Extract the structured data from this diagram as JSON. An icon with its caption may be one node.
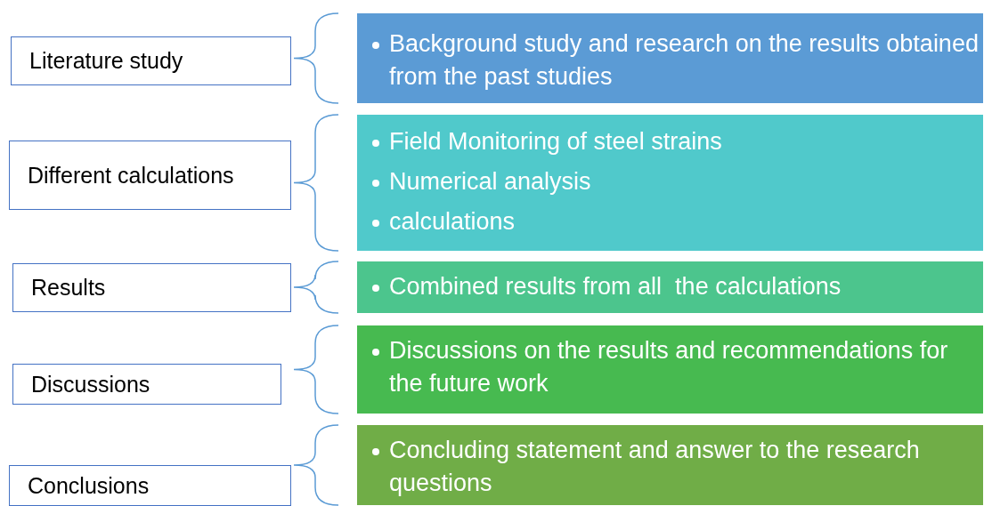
{
  "diagram": {
    "nodes": [
      {
        "text": [
          "Literature study"
        ]
      },
      {
        "text": [
          "Background study and research on the results obtained from the past studies"
        ]
      },
      {
        "text": [
          "Different calculations"
        ]
      },
      {
        "text": [
          "Field Monitoring of steel strains",
          "Numerical analysis",
          "calculations"
        ]
      },
      {
        "text": [
          "Results"
        ]
      },
      {
        "text": [
          "Combined results from all  the calculations"
        ]
      },
      {
        "text": [
          "Discussions"
        ]
      },
      {
        "text": [
          "Discussions on the results and recommendations for the future work"
        ]
      },
      {
        "text": [
          "Conclusions"
        ]
      },
      {
        "text": [
          "Concluding statement and answer to the research questions"
        ]
      }
    ]
  }
}
